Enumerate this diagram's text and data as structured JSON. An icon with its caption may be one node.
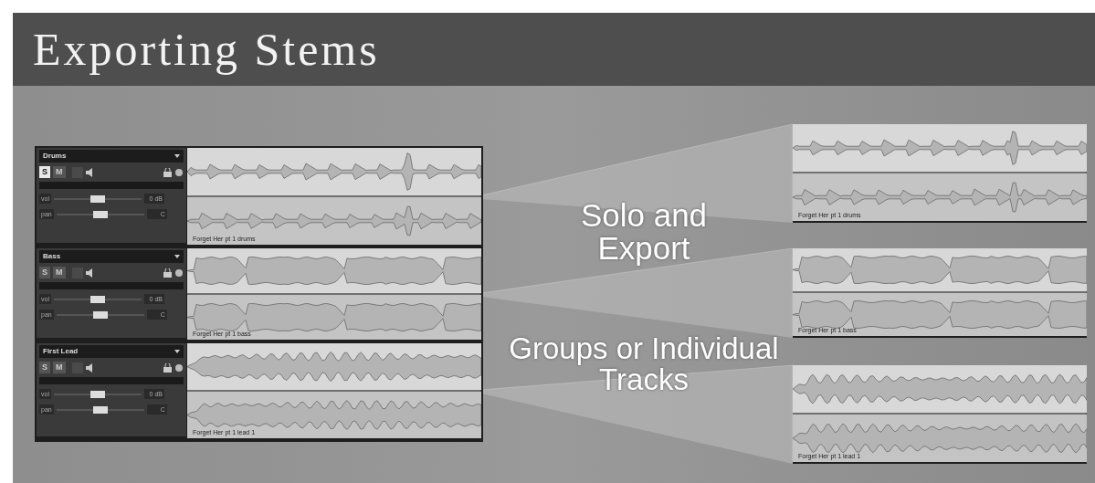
{
  "diagram": {
    "title": "Exporting Stems",
    "nodes": [
      {
        "text": [
          "Drums",
          "S",
          "M",
          "vol",
          "0 dB",
          "pan",
          "C"
        ]
      },
      {
        "text": [
          "Bass",
          "S",
          "M",
          "vol",
          "0 dB",
          "pan",
          "C"
        ]
      },
      {
        "text": [
          "First Lead",
          "S",
          "M",
          "vol",
          "0 dB",
          "pan",
          "C"
        ]
      },
      {
        "text": [
          "Forget Her pt 1 drums"
        ]
      },
      {
        "text": [
          "Forget Her pt 1 bass"
        ]
      },
      {
        "text": [
          "Forget Her pt 1 lead 1"
        ]
      },
      {
        "text": [
          "Forget Her pt 1 drums"
        ]
      },
      {
        "text": [
          "Forget Her pt 1 bass"
        ]
      },
      {
        "text": [
          "Forget Her pt 1 lead 1"
        ]
      }
    ],
    "edges": [
      {
        "from": 3,
        "to": 6,
        "arrow": "none",
        "style": "thick"
      },
      {
        "from": 4,
        "to": 7,
        "arrow": "none",
        "style": "thick"
      },
      {
        "from": 5,
        "to": 8,
        "arrow": "none",
        "style": "thick"
      }
    ],
    "labels": [
      "Solo and Export",
      "Groups or Individual Tracks"
    ]
  }
}
